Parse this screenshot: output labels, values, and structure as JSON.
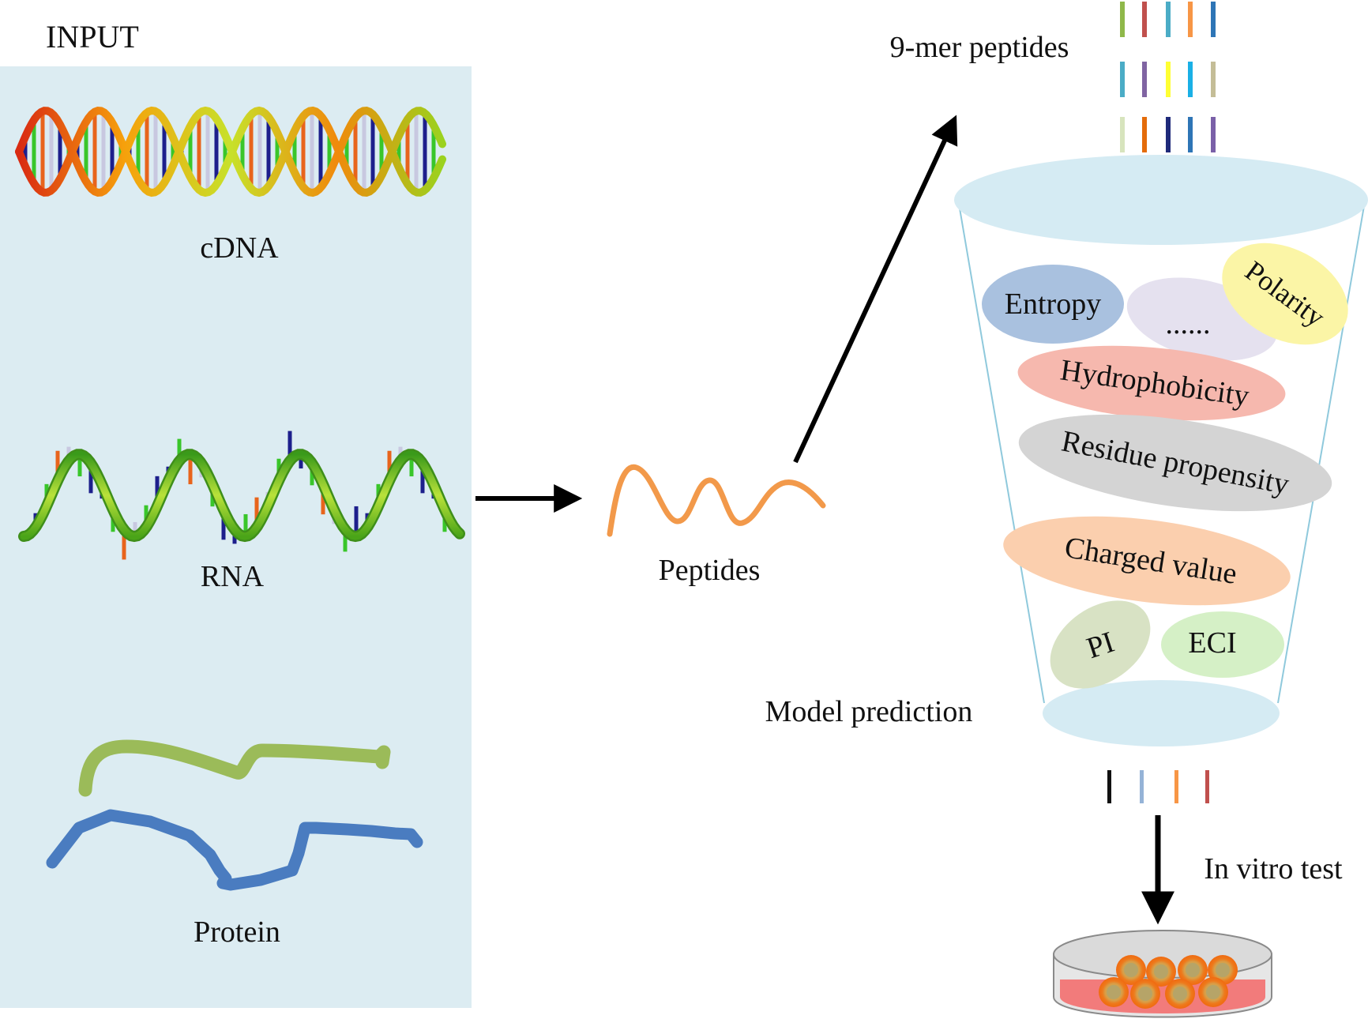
{
  "input_panel": {
    "title": "INPUT",
    "items": [
      {
        "label": "cDNA",
        "icon": "dna-double-helix-icon"
      },
      {
        "label": "RNA",
        "icon": "rna-helix-icon"
      },
      {
        "label": "Protein",
        "icon": "protein-chain-icon"
      }
    ]
  },
  "peptides": {
    "label": "Peptides",
    "icon": "peptide-chain-icon"
  },
  "nine_mer": {
    "label": "9-mer peptides"
  },
  "features": [
    {
      "label": "Entropy",
      "color": "#a9c1df"
    },
    {
      "label": "......",
      "color": "#e5e1ef"
    },
    {
      "label": "Polarity",
      "color": "#fbf5a6"
    },
    {
      "label": "Hydrophobicity",
      "color": "#f6b8ae"
    },
    {
      "label": "Residue propensity",
      "color": "#d4d4d4"
    },
    {
      "label": "Charged value",
      "color": "#fbcfae"
    },
    {
      "label": "PI",
      "color": "#d8e2c4"
    },
    {
      "label": "ECI",
      "color": "#d5f0c6"
    }
  ],
  "model_prediction": {
    "label": "Model prediction"
  },
  "in_vitro": {
    "label": "In vitro test",
    "icon": "petri-dish-icon"
  },
  "colors": {
    "panel_bg": "#dcecf2",
    "funnel_fill": "#d5ebf3",
    "funnel_line": "#8fc9dc",
    "peptide_orange": "#f2994a",
    "protein_green": "#9bbb59",
    "protein_blue": "#4a7cc0"
  },
  "peptide_bar_colors": [
    [
      "#8fb84a",
      "#c0504d",
      "#4bacc6",
      "#f79646",
      "#2e75b6"
    ],
    [
      "#4bacc6",
      "#8064a2",
      "#ffff33",
      "#1ab0e6",
      "#c4bd97"
    ],
    [
      "#d7e4bd",
      "#e46c0a",
      "#1f2a7a",
      "#2e75b6",
      "#7a60a8"
    ],
    [
      "#e02020",
      "#95b3d7",
      "#604a7b",
      "#76923c",
      "#948a54"
    ]
  ],
  "output_bar_colors": [
    "#111111",
    "#95b3d7",
    "#f79646",
    "#c0504d"
  ]
}
